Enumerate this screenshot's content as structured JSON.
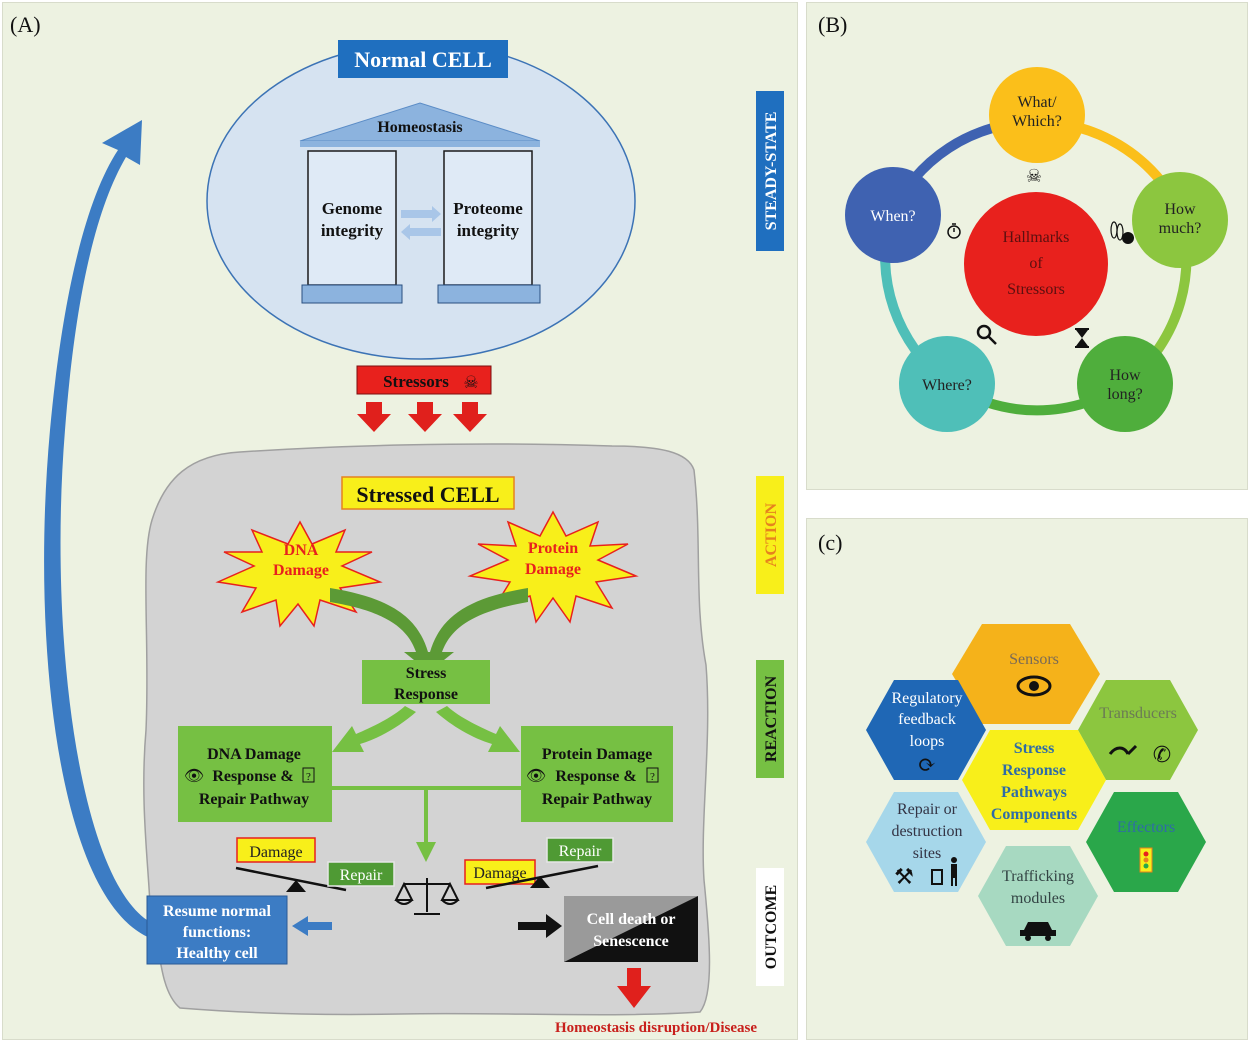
{
  "panelA": {
    "letter": "(A)",
    "normal_cell": {
      "title": "Normal CELL",
      "roof": "Homeostasis",
      "left_pillar": [
        "Genome",
        "integrity"
      ],
      "right_pillar": [
        "Proteome",
        "integrity"
      ]
    },
    "stressors": "Stressors",
    "stressed_cell": {
      "title": "Stressed CELL",
      "dna_damage": [
        "DNA",
        "Damage"
      ],
      "protein_damage": [
        "Protein",
        "Damage"
      ],
      "stress_response": [
        "Stress",
        "Response"
      ],
      "dna_pathway": [
        "DNA Damage",
        "Response &",
        "Repair Pathway"
      ],
      "protein_pathway": [
        "Protein Damage",
        "Response &",
        "Repair Pathway"
      ],
      "unknown_glyph": "?",
      "damage_left": "Damage",
      "repair_left": "Repair",
      "damage_right": "Damage",
      "repair_right": "Repair",
      "healthy": [
        "Resume normal",
        "functions:",
        "Healthy cell"
      ],
      "death": [
        "Cell death or",
        "Senescence"
      ],
      "disease": "Homeostasis disruption/Disease"
    },
    "side_labels": {
      "steady_state": "STEADY-STATE",
      "action": "ACTION",
      "reaction": "REACTION",
      "outcome": "OUTCOME"
    },
    "colors": {
      "normal_title_bg": "#1f6fbf",
      "stressor_bg": "#e8211d",
      "stressed_title_bg": "#f8ef1a",
      "green_box": "#76c043",
      "arrow_green": "#5c9a36",
      "blue_arrow": "#3c7cc4",
      "red_arrow": "#e0201c"
    }
  },
  "panelB": {
    "letter": "(B)",
    "center": [
      "Hallmarks",
      "of",
      "Stressors"
    ],
    "nodes": [
      {
        "lines": [
          "What/",
          "Which?"
        ],
        "color": "#fbbf1a"
      },
      {
        "lines": [
          "How",
          "much?"
        ],
        "color": "#8cc63f"
      },
      {
        "lines": [
          "How",
          "long?"
        ],
        "color": "#4fae3c"
      },
      {
        "lines": [
          "Where?"
        ],
        "color": "#4fbfb8"
      },
      {
        "lines": [
          "When?"
        ],
        "color": "#3f62b1"
      }
    ],
    "center_color": "#e8211d"
  },
  "panelC": {
    "letter": "(c)",
    "center": [
      "Stress",
      "Response",
      "Pathways",
      "Components"
    ],
    "hexes": [
      {
        "lines": [
          "Sensors"
        ],
        "color": "#f5b21a",
        "text_color": "#7a6a56"
      },
      {
        "lines": [
          "Transducers"
        ],
        "color": "#8cc63f",
        "text_color": "#6b7a55"
      },
      {
        "lines": [
          "Effectors"
        ],
        "color": "#2aa74a",
        "text_color": "#2f6ca6"
      },
      {
        "lines": [
          "Trafficking",
          "modules"
        ],
        "color": "#a7d9c1",
        "text_color": "#344"
      },
      {
        "lines": [
          "Repair or",
          "destruction",
          "sites"
        ],
        "color": "#a6d7ea",
        "text_color": "#334"
      },
      {
        "lines": [
          "Regulatory",
          "feedback",
          "loops"
        ],
        "color": "#1f67b5",
        "text_color": "#ffffff"
      }
    ]
  }
}
